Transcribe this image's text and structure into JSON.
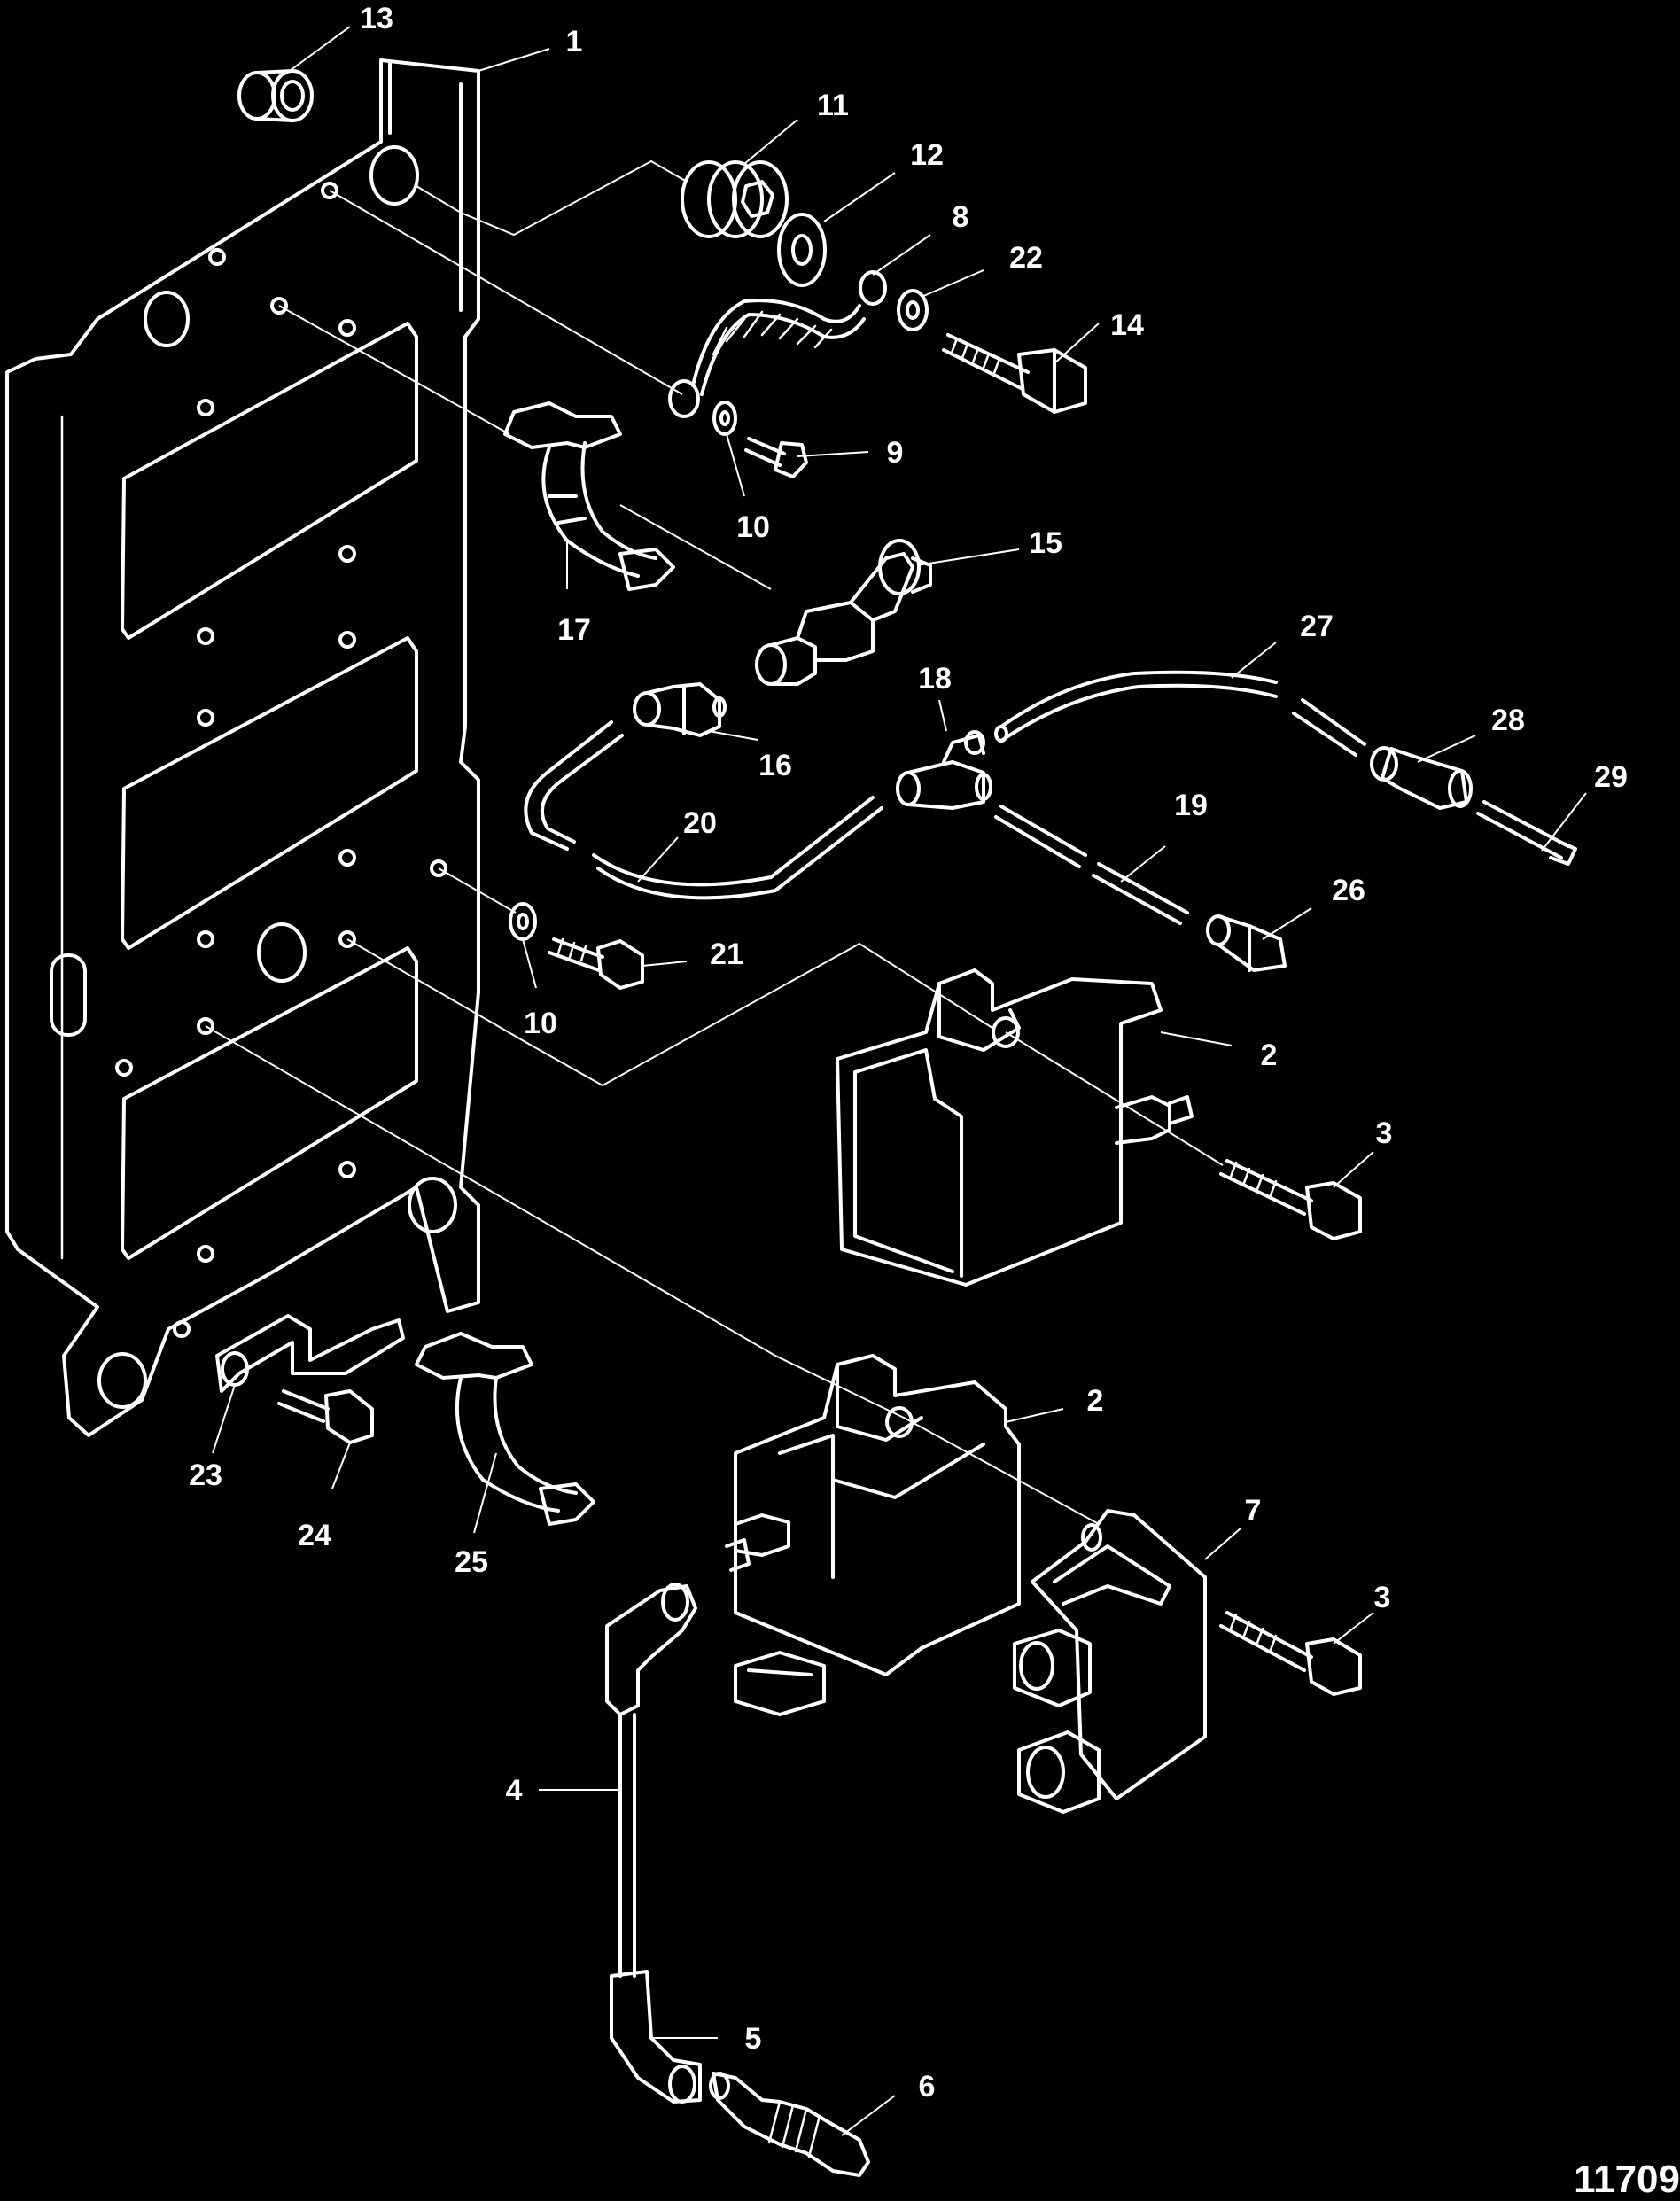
{
  "figure": {
    "id": "11709",
    "background": "#000000",
    "line_color": "#ffffff"
  },
  "callouts": [
    {
      "key": "c13",
      "text": "13"
    },
    {
      "key": "c1",
      "text": "1"
    },
    {
      "key": "c11",
      "text": "11"
    },
    {
      "key": "c12",
      "text": "12"
    },
    {
      "key": "c8",
      "text": "8"
    },
    {
      "key": "c22",
      "text": "22"
    },
    {
      "key": "c14",
      "text": "14"
    },
    {
      "key": "c9",
      "text": "9"
    },
    {
      "key": "c10a",
      "text": "10"
    },
    {
      "key": "c15",
      "text": "15"
    },
    {
      "key": "c17",
      "text": "17"
    },
    {
      "key": "c27",
      "text": "27"
    },
    {
      "key": "c18",
      "text": "18"
    },
    {
      "key": "c28",
      "text": "28"
    },
    {
      "key": "c16",
      "text": "16"
    },
    {
      "key": "c29",
      "text": "29"
    },
    {
      "key": "c20",
      "text": "20"
    },
    {
      "key": "c19",
      "text": "19"
    },
    {
      "key": "c26",
      "text": "26"
    },
    {
      "key": "c21",
      "text": "21"
    },
    {
      "key": "c10b",
      "text": "10"
    },
    {
      "key": "c2a",
      "text": "2"
    },
    {
      "key": "c3a",
      "text": "3"
    },
    {
      "key": "c2b",
      "text": "2"
    },
    {
      "key": "c23",
      "text": "23"
    },
    {
      "key": "c7",
      "text": "7"
    },
    {
      "key": "c24",
      "text": "24"
    },
    {
      "key": "c25",
      "text": "25"
    },
    {
      "key": "c3b",
      "text": "3"
    },
    {
      "key": "c4",
      "text": "4"
    },
    {
      "key": "c5",
      "text": "5"
    },
    {
      "key": "c6",
      "text": "6"
    }
  ]
}
